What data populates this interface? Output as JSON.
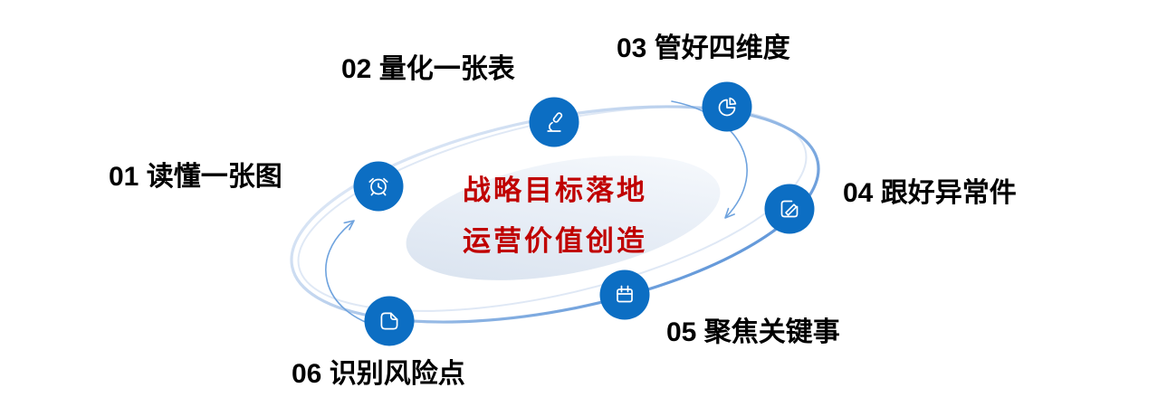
{
  "steps": [
    {
      "text": "01 读懂一张图",
      "icon": "alarm-clock"
    },
    {
      "text": "02 量化一张表",
      "icon": "microscope"
    },
    {
      "text": "03 管好四维度",
      "icon": "pie-chart"
    },
    {
      "text": "04 跟好异常件",
      "icon": "edit"
    },
    {
      "text": "05 聚焦关键事",
      "icon": "calendar"
    },
    {
      "text": "06 识别风险点",
      "icon": "document"
    }
  ],
  "center": {
    "line1": "战略目标落地",
    "line2": "运营价值创造"
  },
  "colors": {
    "node_circle": "#0c6ec3",
    "center_text": "#c00000",
    "label_text": "#000000",
    "ring_gradient_light": "#e8eef8",
    "ring_gradient_dark": "#4c89d4",
    "arrow": "#6fa3de",
    "inner_ellipse_dark": "#d7e1ee",
    "inner_ellipse_light": "#fafcfe"
  }
}
